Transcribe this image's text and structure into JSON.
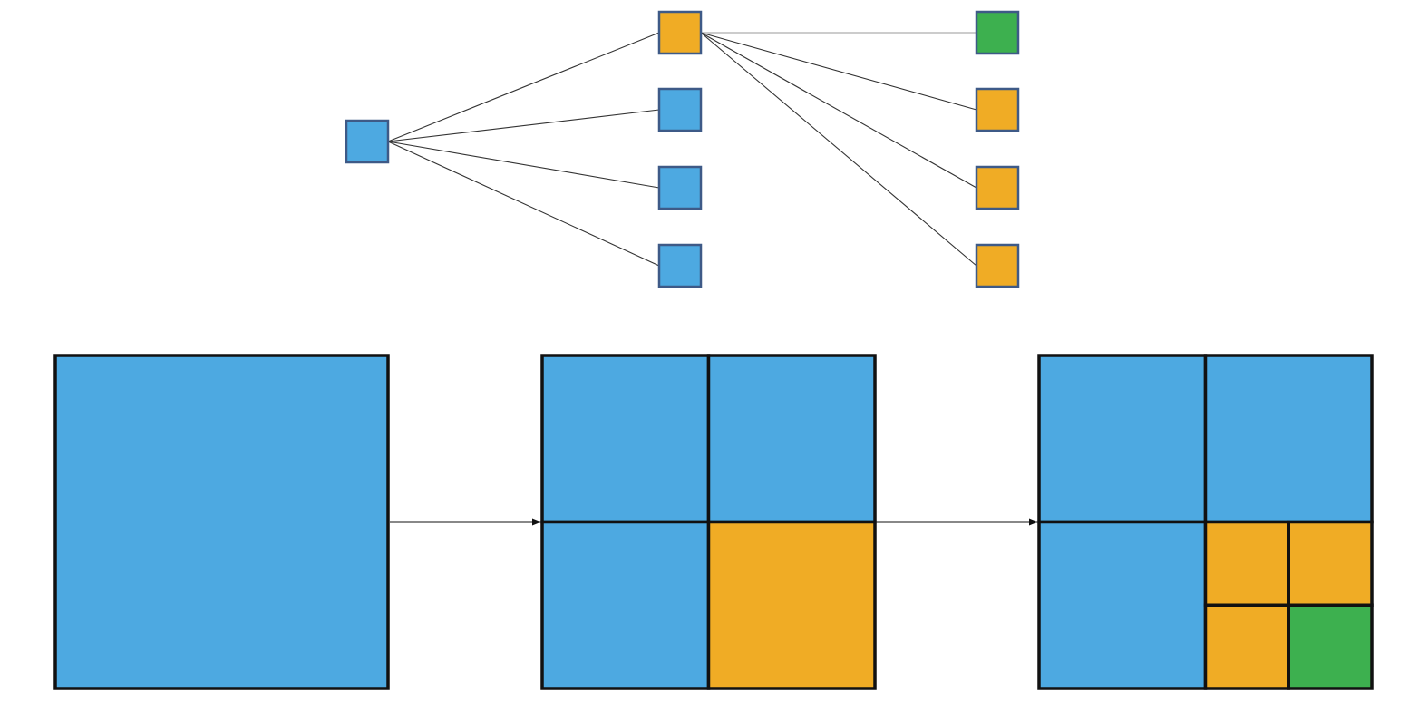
{
  "colors": {
    "blue": "#4DA9E1",
    "orange": "#F0AC25",
    "green": "#3DB04F",
    "node_border": "#3E5A87",
    "edge": "#333333",
    "edge_light": "#CCCCCC",
    "cell_border": "#111111"
  },
  "tree": {
    "root": {
      "id": "root",
      "color": "blue"
    },
    "level1": [
      {
        "id": "q0",
        "color": "orange"
      },
      {
        "id": "q1",
        "color": "blue"
      },
      {
        "id": "q2",
        "color": "blue"
      },
      {
        "id": "q3",
        "color": "blue"
      }
    ],
    "level2": [
      {
        "id": "q0-0",
        "color": "green"
      },
      {
        "id": "q0-1",
        "color": "orange"
      },
      {
        "id": "q0-2",
        "color": "orange"
      },
      {
        "id": "q0-3",
        "color": "orange"
      }
    ],
    "edges": [
      {
        "from": "root",
        "to": "q0",
        "style": "dark"
      },
      {
        "from": "root",
        "to": "q1",
        "style": "dark"
      },
      {
        "from": "root",
        "to": "q2",
        "style": "dark"
      },
      {
        "from": "root",
        "to": "q3",
        "style": "dark"
      },
      {
        "from": "q0",
        "to": "q0-0",
        "style": "light"
      },
      {
        "from": "q0",
        "to": "q0-1",
        "style": "dark"
      },
      {
        "from": "q0",
        "to": "q0-2",
        "style": "dark"
      },
      {
        "from": "q0",
        "to": "q0-3",
        "style": "dark"
      }
    ]
  },
  "stages": [
    {
      "id": "stage-1",
      "cells": [
        {
          "depth": 0,
          "row": 0,
          "col": 0,
          "color": "blue"
        }
      ]
    },
    {
      "id": "stage-2",
      "cells": [
        {
          "depth": 1,
          "row": 0,
          "col": 0,
          "color": "blue"
        },
        {
          "depth": 1,
          "row": 0,
          "col": 1,
          "color": "blue"
        },
        {
          "depth": 1,
          "row": 1,
          "col": 0,
          "color": "blue"
        },
        {
          "depth": 1,
          "row": 1,
          "col": 1,
          "color": "orange"
        }
      ]
    },
    {
      "id": "stage-3",
      "cells": [
        {
          "depth": 1,
          "row": 0,
          "col": 0,
          "color": "blue"
        },
        {
          "depth": 1,
          "row": 0,
          "col": 1,
          "color": "blue"
        },
        {
          "depth": 1,
          "row": 1,
          "col": 0,
          "color": "blue"
        },
        {
          "depth": 2,
          "row": 2,
          "col": 2,
          "color": "orange"
        },
        {
          "depth": 2,
          "row": 2,
          "col": 3,
          "color": "orange"
        },
        {
          "depth": 2,
          "row": 3,
          "col": 2,
          "color": "orange"
        },
        {
          "depth": 2,
          "row": 3,
          "col": 3,
          "color": "green"
        }
      ]
    }
  ],
  "arrows": [
    {
      "from": "stage-1",
      "to": "stage-2"
    },
    {
      "from": "stage-2",
      "to": "stage-3"
    }
  ]
}
